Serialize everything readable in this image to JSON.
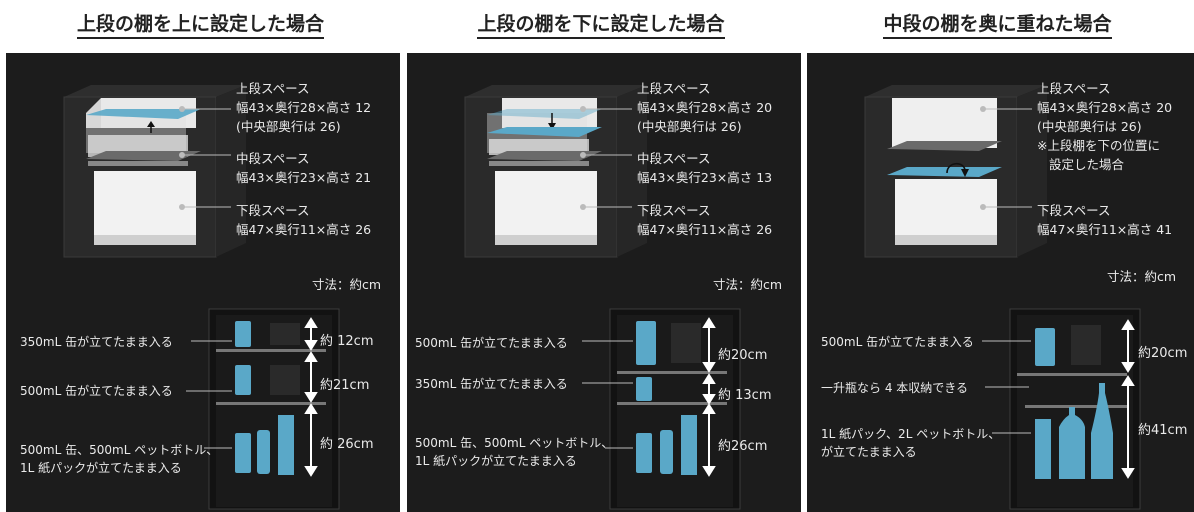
{
  "panels": [
    {
      "title": "上段の棚を上に設定した場合",
      "spaces": [
        {
          "name": "上段スペース",
          "dims": "幅43×奥行28×高さ 12",
          "note": "(中央部奥行は 26)"
        },
        {
          "name": "中段スペース",
          "dims": "幅43×奥行23×高さ 21"
        },
        {
          "name": "下段スペース",
          "dims": "幅47×奥行11×高さ 26"
        }
      ],
      "unit": "寸法：約cm",
      "labels": [
        "350mL 缶が立てたまま入る",
        "500mL 缶が立てたまま入る",
        "500mL 缶、500mL ペットボトル、",
        "1L 紙パックが立てたまま入る"
      ],
      "measures": [
        "約 12cm",
        "約21cm",
        "約 26cm"
      ]
    },
    {
      "title": "上段の棚を下に設定した場合",
      "spaces": [
        {
          "name": "上段スペース",
          "dims": "幅43×奥行28×高さ 20",
          "note": "(中央部奥行は 26)"
        },
        {
          "name": "中段スペース",
          "dims": "幅43×奥行23×高さ 13"
        },
        {
          "name": "下段スペース",
          "dims": "幅47×奥行11×高さ 26"
        }
      ],
      "unit": "寸法：約cm",
      "labels": [
        "500mL 缶が立てたまま入る",
        "350mL 缶が立てたまま入る",
        "500mL 缶、500mL ペットボトル、",
        "1L 紙パックが立てたまま入る"
      ],
      "measures": [
        "約20cm",
        "約 13cm",
        "約26cm"
      ]
    },
    {
      "title": "中段の棚を奥に重ねた場合",
      "spaces": [
        {
          "name": "上段スペース",
          "dims": "幅43×奥行28×高さ 20",
          "note": "(中央部奥行は 26)",
          "note2": "※上段棚を下の位置に",
          "note3": "設定した場合"
        },
        {
          "name": "下段スペース",
          "dims": "幅47×奥行11×高さ 41"
        }
      ],
      "unit": "寸法：約cm",
      "labels": [
        "500mL 缶が立てたまま入る",
        "一升瓶なら 4 本収納できる",
        "1L 紙パック、2L ペットボトル、",
        "が立てたまま入る"
      ],
      "measures": [
        "約20cm",
        "約41cm"
      ]
    }
  ],
  "colors": {
    "panel": "#1c1c1c",
    "accent": "#5aa8c8"
  }
}
